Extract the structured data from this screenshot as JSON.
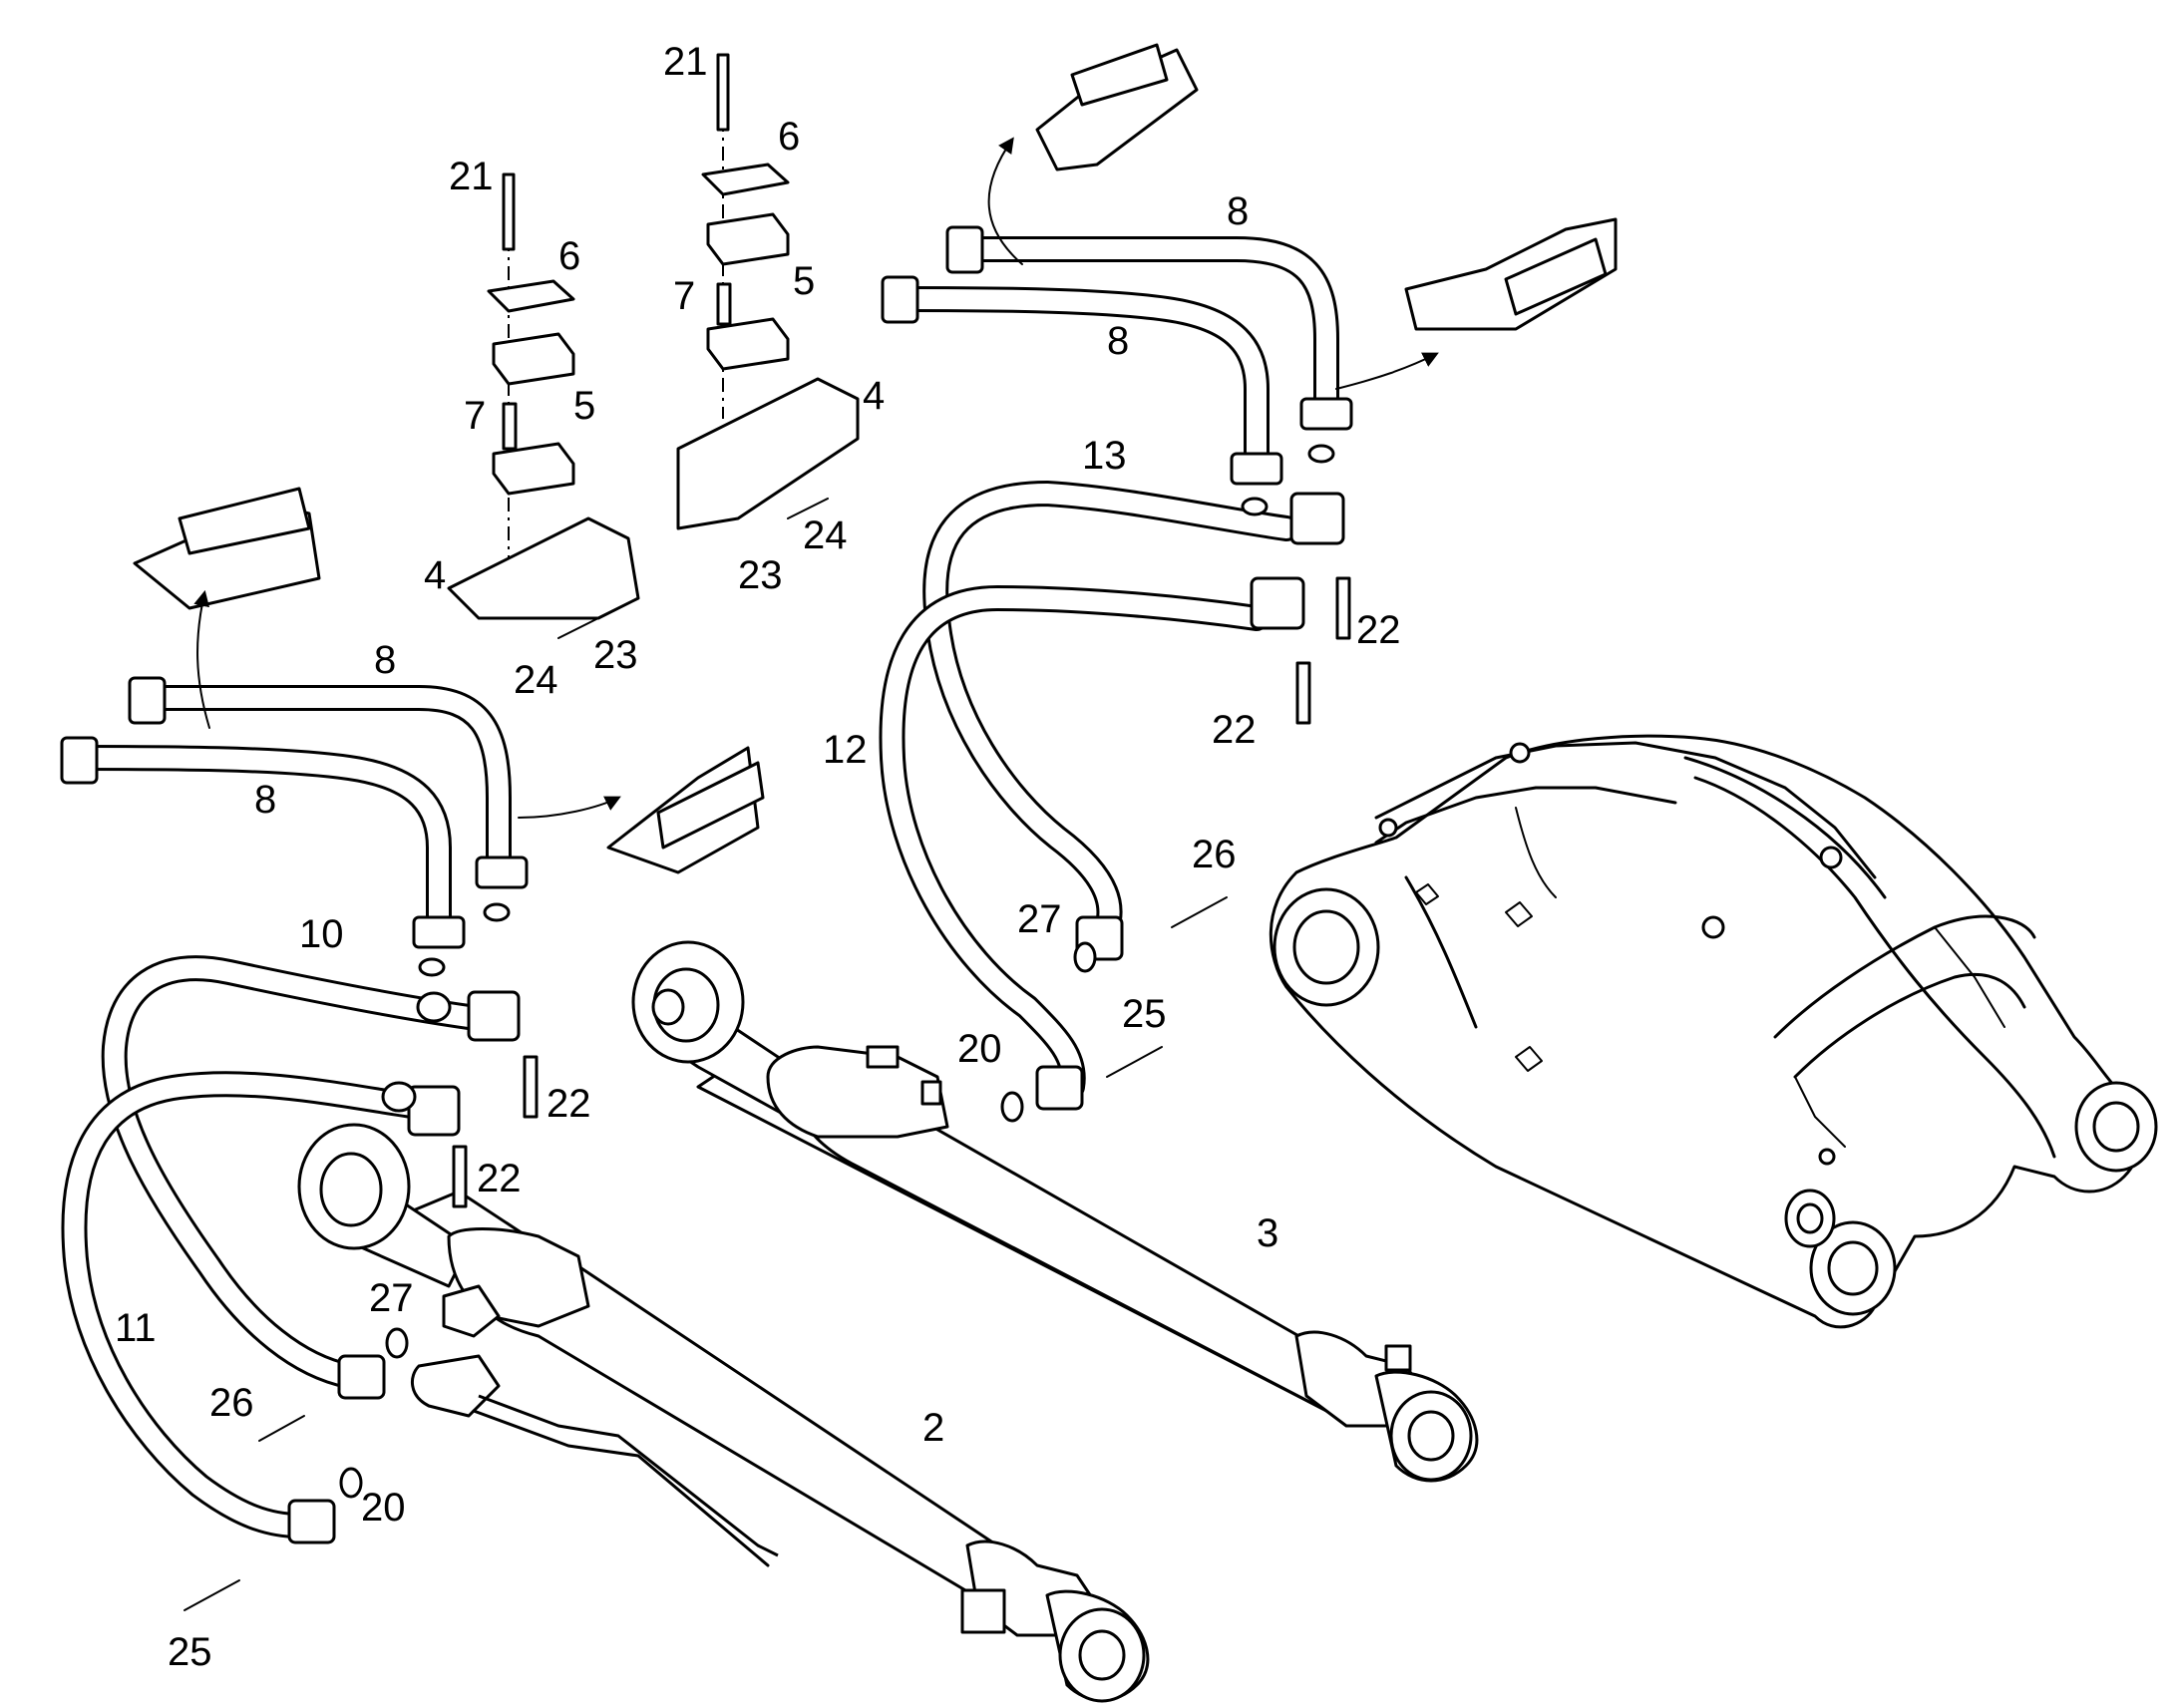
{
  "diagram": {
    "callouts": [
      {
        "id": "c21a",
        "text": "21"
      },
      {
        "id": "c6a",
        "text": "6"
      },
      {
        "id": "c7a",
        "text": "7"
      },
      {
        "id": "c5a",
        "text": "5"
      },
      {
        "id": "c4a",
        "text": "4"
      },
      {
        "id": "c24a",
        "text": "24"
      },
      {
        "id": "c23a",
        "text": "23"
      },
      {
        "id": "c21b",
        "text": "21"
      },
      {
        "id": "c6b",
        "text": "6"
      },
      {
        "id": "c7b",
        "text": "7"
      },
      {
        "id": "c5b",
        "text": "5"
      },
      {
        "id": "c4b",
        "text": "4"
      },
      {
        "id": "c24b",
        "text": "24"
      },
      {
        "id": "c23b",
        "text": "23"
      },
      {
        "id": "c8a",
        "text": "8"
      },
      {
        "id": "c8b",
        "text": "8"
      },
      {
        "id": "c8c",
        "text": "8"
      },
      {
        "id": "c8d",
        "text": "8"
      },
      {
        "id": "c13",
        "text": "13"
      },
      {
        "id": "c22a",
        "text": "22"
      },
      {
        "id": "c22b",
        "text": "22"
      },
      {
        "id": "c12",
        "text": "12"
      },
      {
        "id": "c26a",
        "text": "26"
      },
      {
        "id": "c27a",
        "text": "27"
      },
      {
        "id": "c25a",
        "text": "25"
      },
      {
        "id": "c20a",
        "text": "20"
      },
      {
        "id": "c10",
        "text": "10"
      },
      {
        "id": "c22c",
        "text": "22"
      },
      {
        "id": "c22d",
        "text": "22"
      },
      {
        "id": "c3",
        "text": "3"
      },
      {
        "id": "c27b",
        "text": "27"
      },
      {
        "id": "c11",
        "text": "11"
      },
      {
        "id": "c26b",
        "text": "26"
      },
      {
        "id": "c20b",
        "text": "20"
      },
      {
        "id": "c2",
        "text": "2"
      },
      {
        "id": "c25b",
        "text": "25"
      }
    ]
  }
}
